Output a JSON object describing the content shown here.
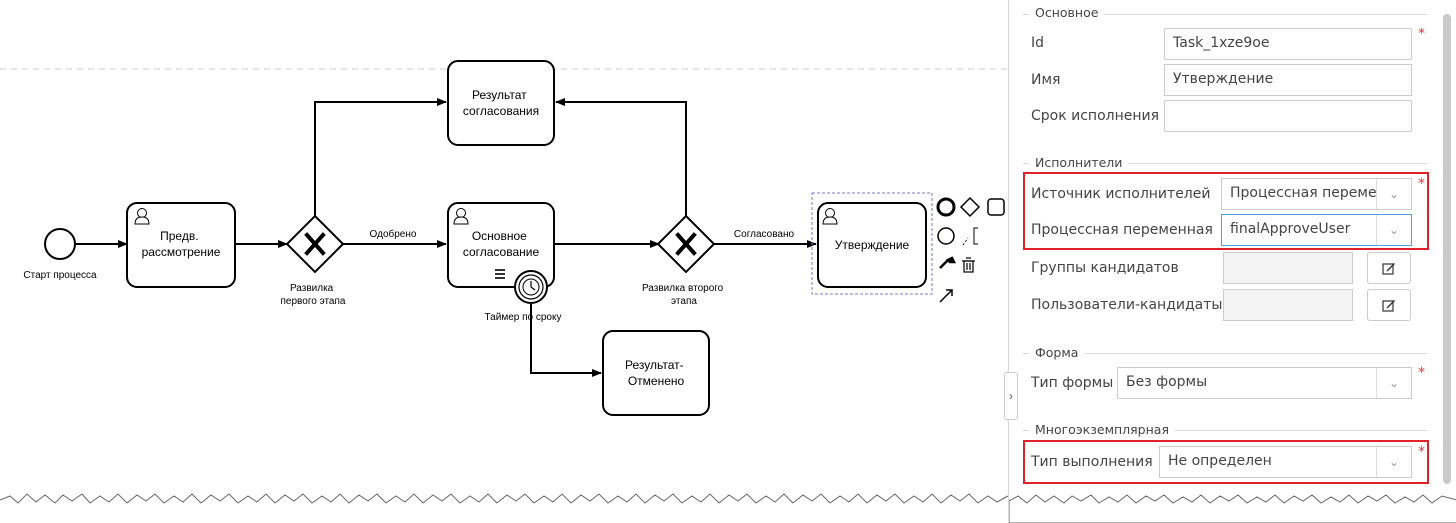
{
  "diagram": {
    "start_event": {
      "label": "Старт процесса"
    },
    "tasks": {
      "predv": "Предв.\nрассмотрение",
      "result_agreed": "Результат\nсогласования",
      "main_approval": "Основное\nсогласование",
      "approval": "Утверждение",
      "result_cancel": "Результат-\nОтменено"
    },
    "gateways": {
      "first": "Развилка\nпервого этапа",
      "second": "Развилка второго\nэтапа"
    },
    "timer": {
      "label": "Таймер по сроку"
    },
    "flows": {
      "approved": "Одобрено",
      "agreed": "Согласовано"
    }
  },
  "panel": {
    "section_main": {
      "legend": "Основное",
      "id_label": "Id",
      "id_value": "Task_1xze9oe",
      "name_label": "Имя",
      "name_value": "Утверждение",
      "due_label": "Срок исполнения",
      "due_value": ""
    },
    "section_performers": {
      "legend": "Исполнители",
      "source_label": "Источник исполнителей",
      "source_value": "Процессная перемен",
      "process_var_label": "Процессная переменная",
      "process_var_value": "finalApproveUser",
      "groups_label": "Группы кандидатов",
      "users_label": "Пользователи-кандидаты"
    },
    "section_form": {
      "legend": "Форма",
      "form_type_label": "Тип формы",
      "form_type_value": "Без формы"
    },
    "section_multi": {
      "legend": "Многоэкземплярная",
      "exec_type_label": "Тип выполнения",
      "exec_type_value": "Не определен"
    },
    "required_mark": "*"
  },
  "colors": {
    "highlight": "#e0202a",
    "selection": "#4aa3df"
  }
}
